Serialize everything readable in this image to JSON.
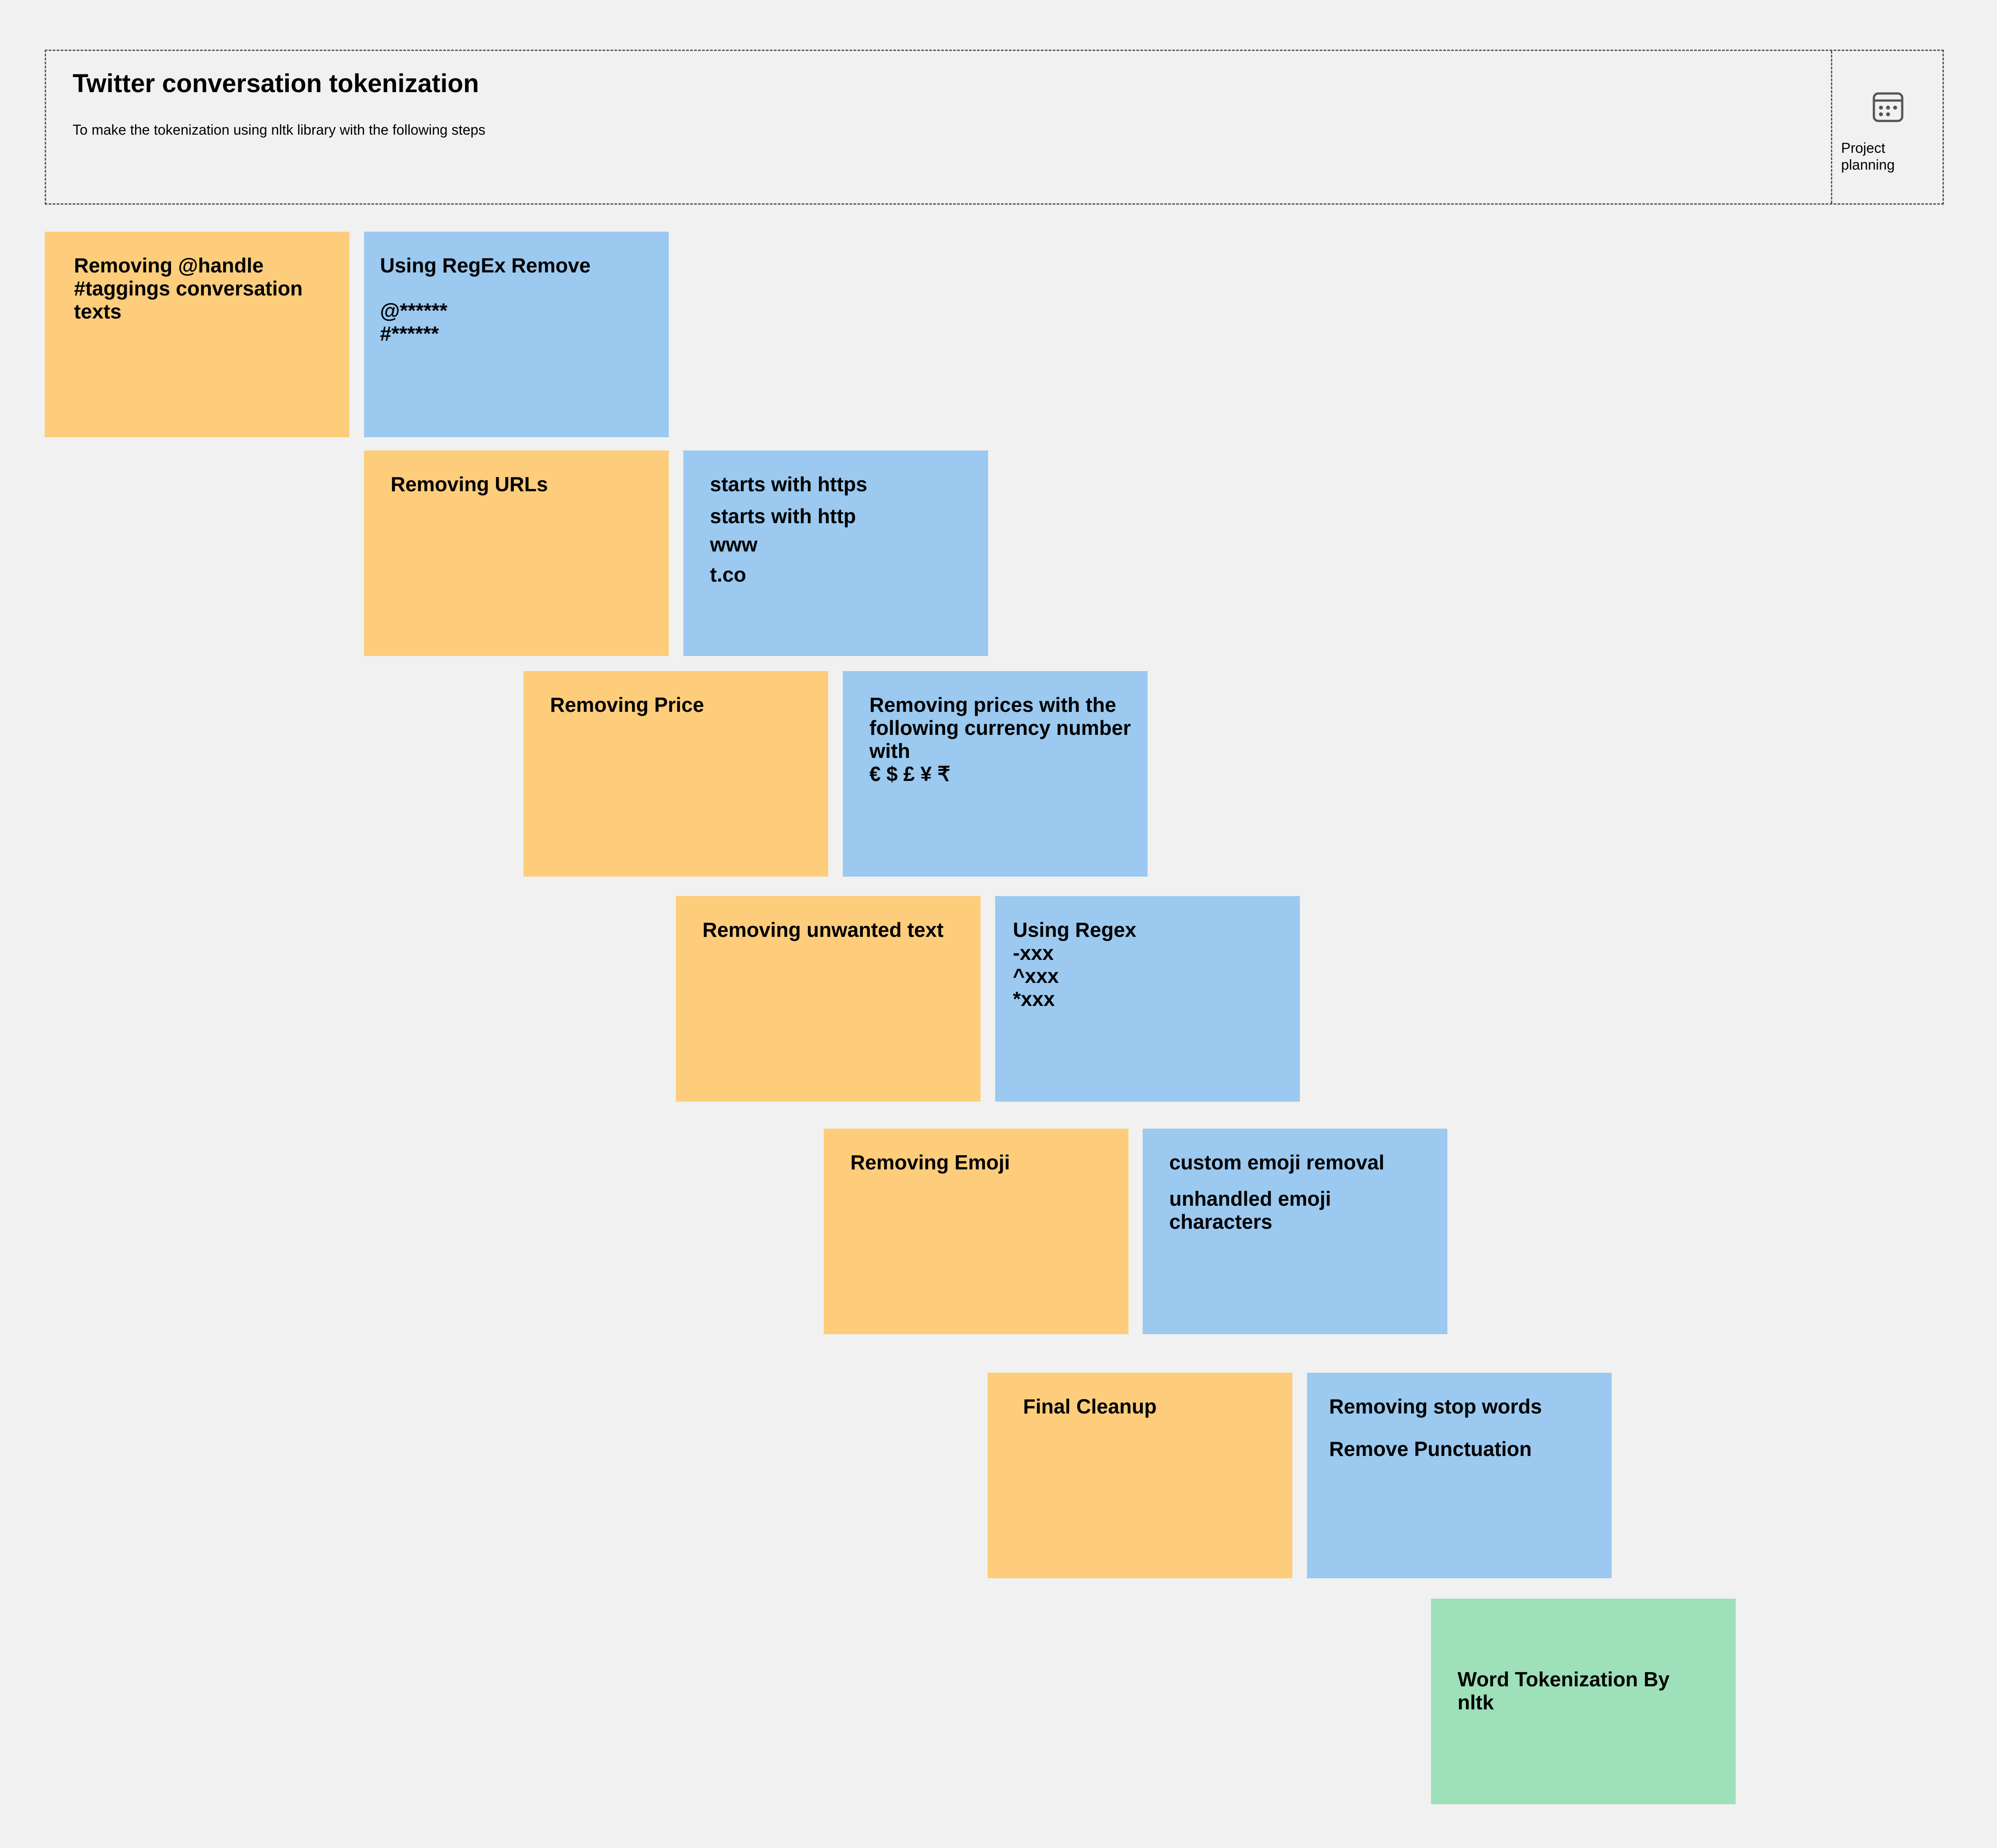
{
  "header": {
    "title": "Twitter conversation tokenization",
    "subtitle": "To make the tokenization using nltk library with the following steps",
    "side_icon": "calendar-icon",
    "side_label": "Project planning"
  },
  "colors": {
    "orange": "#fdcd7c",
    "blue": "#9bc9ef",
    "green": "#9ee0b9",
    "background": "#f1f1f1"
  },
  "notes": [
    {
      "step": "Removing @handle #taggings conversation texts",
      "detail": [
        "Using RegEx Remove",
        "@******",
        "#******"
      ]
    },
    {
      "step": "Removing URLs",
      "detail": [
        "starts with https",
        "starts with http",
        "www",
        "t.co"
      ]
    },
    {
      "step": "Removing Price",
      "detail": [
        "Removing prices with the following currency number with",
        "€ $ £ ¥ ₹"
      ]
    },
    {
      "step": "Removing unwanted text",
      "detail": [
        "Using Regex",
        "-xxx",
        "^xxx",
        "*xxx"
      ]
    },
    {
      "step": "Removing Emoji",
      "detail": [
        "custom emoji removal",
        "unhandled emoji characters"
      ]
    },
    {
      "step": "Final Cleanup",
      "detail": [
        "Removing stop words",
        "Remove Punctuation"
      ]
    }
  ],
  "final": {
    "label": "Word Tokenization By nltk"
  }
}
